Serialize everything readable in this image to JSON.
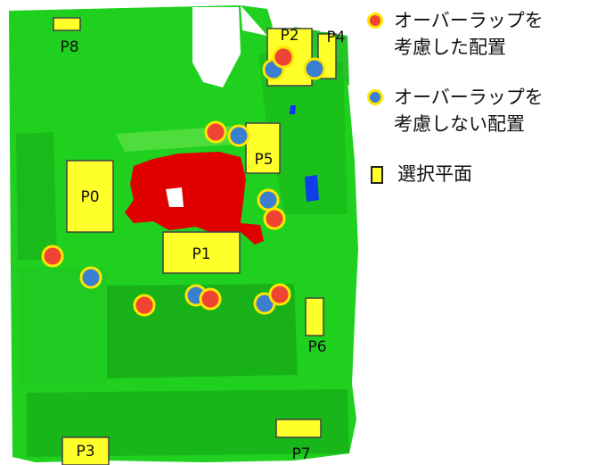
{
  "legend": {
    "overlap": "オーバーラップを\n考慮した配置",
    "no_overlap": "オーバーラップを\n考慮しない配置",
    "plane": "選択平面"
  },
  "colors": {
    "overlap_point": "#ee4433",
    "no_overlap_point": "#3b7fd1",
    "point_ring": "#ffe600",
    "plane_fill": "#ffff2a",
    "scan_green": "#1ed21e",
    "scan_red": "#e00000"
  },
  "planes": [
    {
      "id": "p0",
      "label": "P0"
    },
    {
      "id": "p1",
      "label": "P1"
    },
    {
      "id": "p2",
      "label": "P2"
    },
    {
      "id": "p3",
      "label": "P3"
    },
    {
      "id": "p4",
      "label": "P4"
    },
    {
      "id": "p5",
      "label": "P5"
    },
    {
      "id": "p6",
      "label": "P6"
    },
    {
      "id": "p7",
      "label": "P7"
    },
    {
      "id": "p8",
      "label": "P8"
    }
  ],
  "points": [
    {
      "type": "overlap"
    },
    {
      "type": "no_overlap"
    },
    {
      "type": "overlap"
    },
    {
      "type": "no_overlap"
    },
    {
      "type": "no_overlap"
    },
    {
      "type": "overlap"
    },
    {
      "type": "overlap"
    },
    {
      "type": "no_overlap"
    },
    {
      "type": "overlap"
    },
    {
      "type": "no_overlap"
    },
    {
      "type": "overlap"
    },
    {
      "type": "no_overlap"
    },
    {
      "type": "overlap"
    }
  ]
}
